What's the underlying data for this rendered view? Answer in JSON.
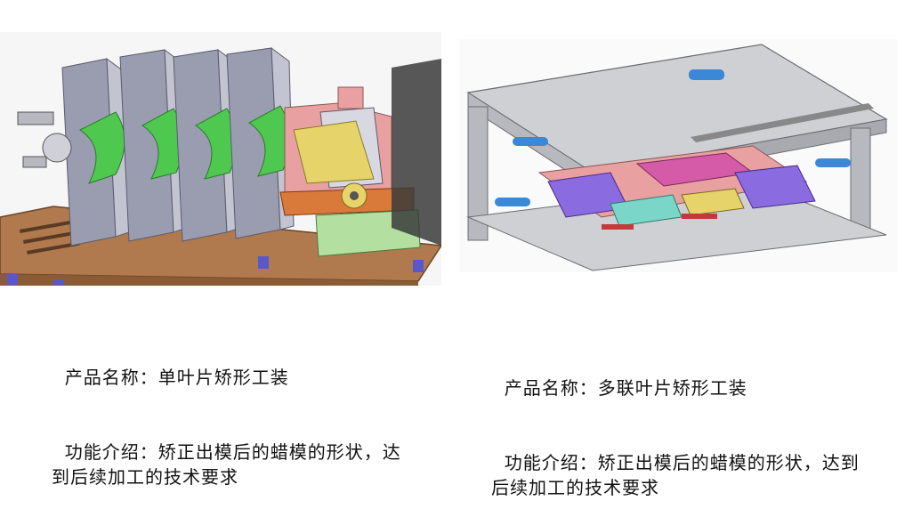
{
  "left": {
    "name_line": "  产品名称：单叶片矫形工装",
    "func_line": "  功能介绍：矫正出模后的蜡模的形状，达到后续加工的技术要求"
  },
  "right": {
    "name_line": "  产品名称：多联叶片矫形工装",
    "func_line": "  功能介绍：矫正出模后的蜡模的形状，达到后续加工的技术要求"
  },
  "colors": {
    "base_plate": "#b07a4e",
    "fixture_gray": "#9a9cb0",
    "green_part": "#4fc84f",
    "pink_part": "#e8a0a0",
    "orange_part": "#d97a3a",
    "yellow_part": "#e6d36a",
    "light_green": "#b3e0a0",
    "purple_part": "#8a6be0",
    "steel": "#cfd0d4"
  }
}
